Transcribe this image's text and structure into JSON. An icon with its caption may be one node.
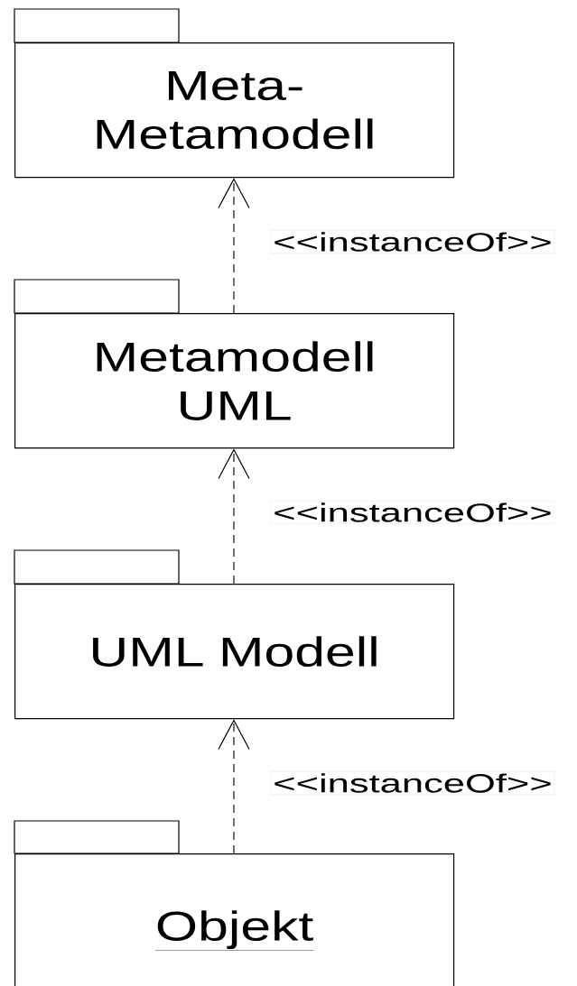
{
  "diagram": {
    "nodes": [
      {
        "text": [
          "Meta- Metamodell"
        ]
      },
      {
        "text": [
          "Metamodell UML"
        ]
      },
      {
        "text": [
          "UML Modell"
        ]
      },
      {
        "text": [
          "Objekt"
        ]
      }
    ],
    "edges": [
      {
        "from": 1,
        "to": 0,
        "arrow": "to",
        "style": "dashed",
        "label": "<<instanceOf>>"
      },
      {
        "from": 2,
        "to": 1,
        "arrow": "to",
        "style": "dashed",
        "label": "<<instanceOf>>"
      },
      {
        "from": 3,
        "to": 2,
        "arrow": "to",
        "style": "dashed",
        "label": "<<instanceOf>>"
      }
    ]
  }
}
